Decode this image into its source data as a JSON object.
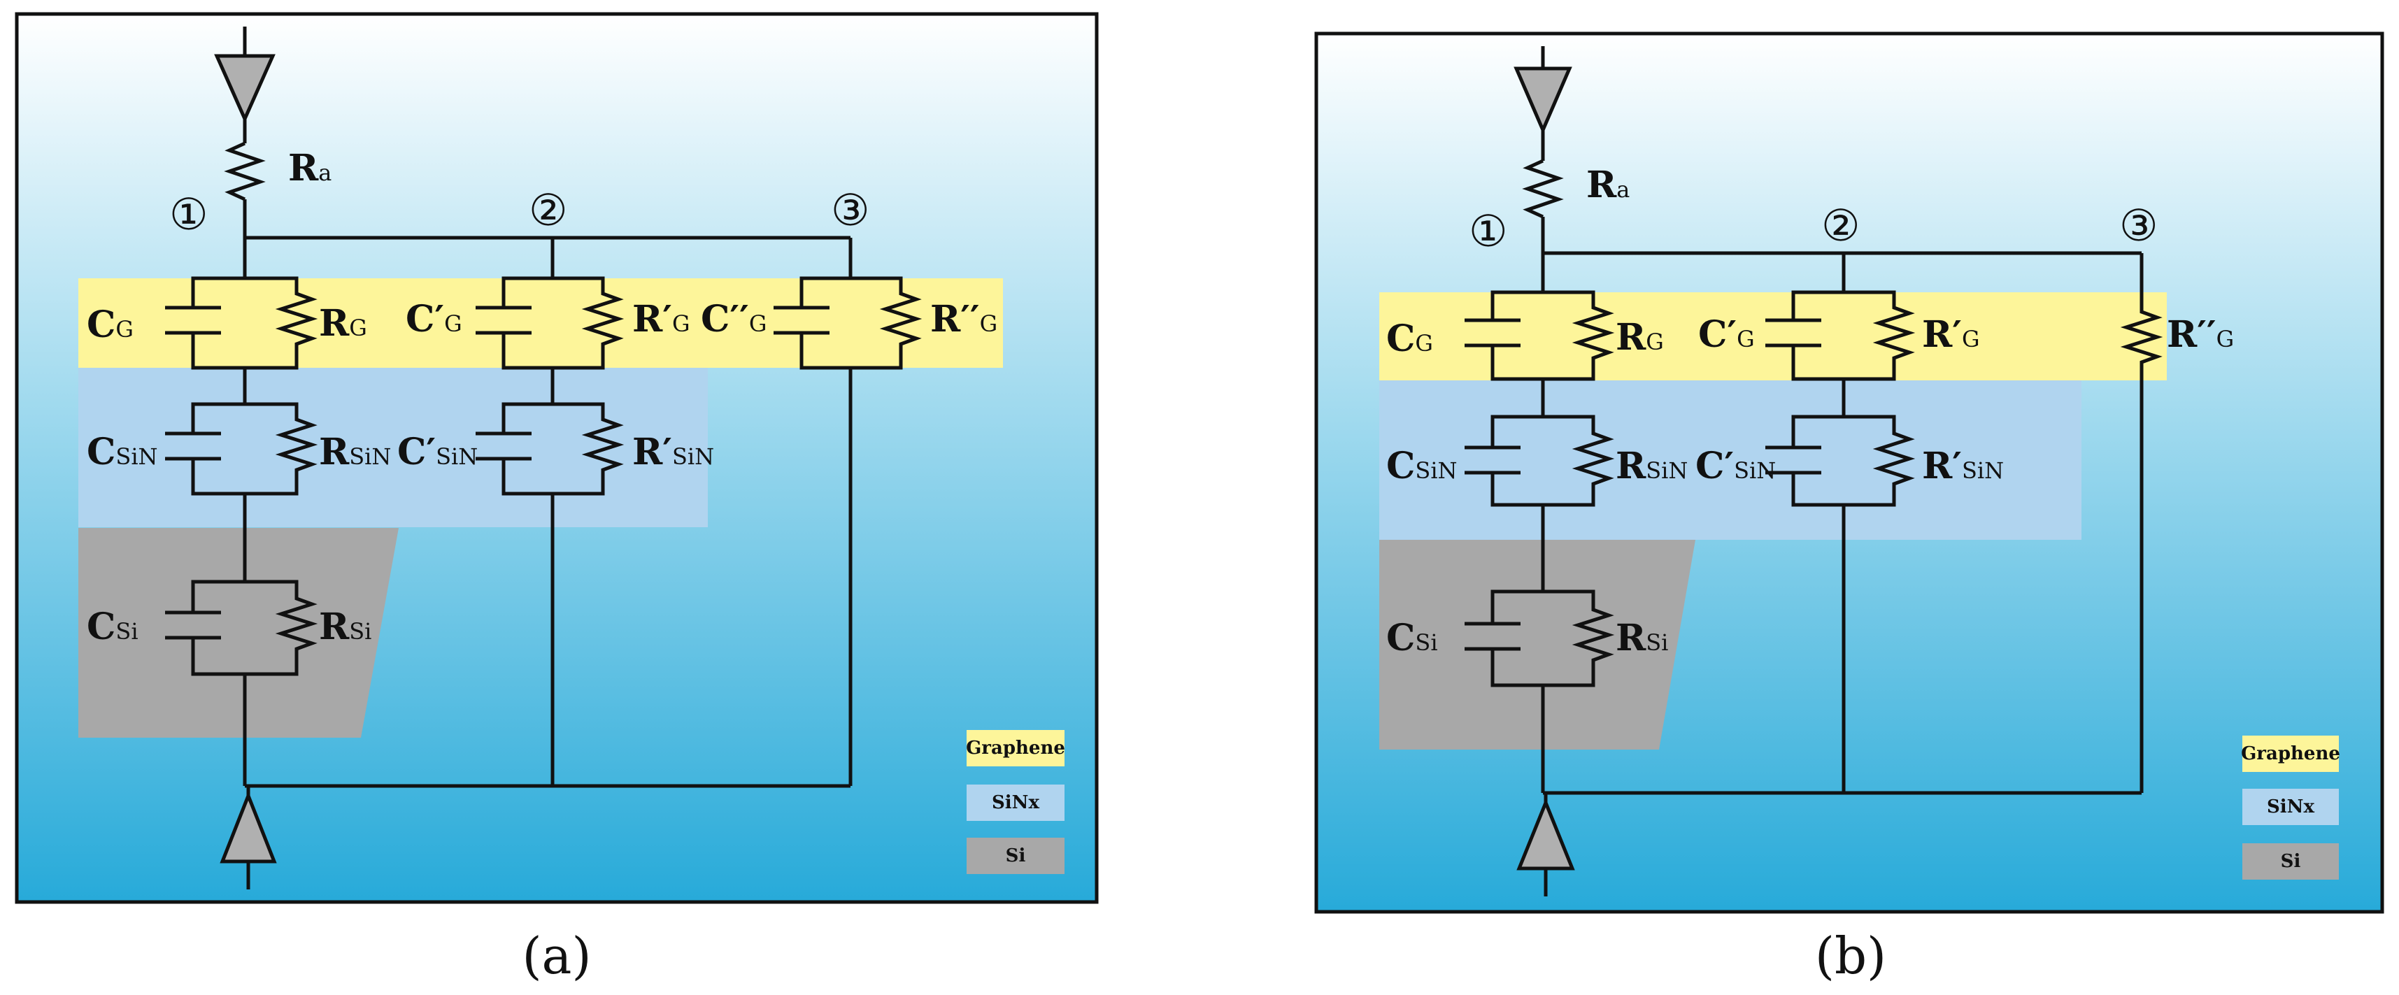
{
  "diagrams": [
    {
      "caption": "(a)",
      "input_label_main": "R",
      "input_label_sub": "a",
      "branches": [
        "①",
        "②",
        "③"
      ],
      "layers": {
        "graphene": {
          "c1_main": "C",
          "c1_sub": "G",
          "r1_main": "R",
          "r1_sub": "G",
          "c2_main": "C′",
          "c2_sub": "G",
          "r2_main": "R′",
          "r2_sub": "G",
          "c3_main": "C′′",
          "c3_sub": "G",
          "r3_main": "R′′",
          "r3_sub": "G"
        },
        "sinx": {
          "c1_main": "C",
          "c1_sub": "SiN",
          "r1_main": "R",
          "r1_sub": "SiN",
          "c2_main": "C′",
          "c2_sub": "SiN",
          "r2_main": "R′",
          "r2_sub": "SiN"
        },
        "si": {
          "c1_main": "C",
          "c1_sub": "Si",
          "r1_main": "R",
          "r1_sub": "Si"
        }
      },
      "legend": [
        "Graphene",
        "SiNx",
        "Si"
      ]
    },
    {
      "caption": "(b)",
      "input_label_main": "R",
      "input_label_sub": "a",
      "branches": [
        "①",
        "②",
        "③"
      ],
      "layers": {
        "graphene": {
          "c1_main": "C",
          "c1_sub": "G",
          "r1_main": "R",
          "r1_sub": "G",
          "c2_main": "C′",
          "c2_sub": "G",
          "r2_main": "R′",
          "r2_sub": "G",
          "r3_main": "R′′",
          "r3_sub": "G"
        },
        "sinx": {
          "c1_main": "C",
          "c1_sub": "SiN",
          "r1_main": "R",
          "r1_sub": "SiN",
          "c2_main": "C′",
          "c2_sub": "SiN",
          "r2_main": "R′",
          "r2_sub": "SiN"
        },
        "si": {
          "c1_main": "C",
          "c1_sub": "Si",
          "r1_main": "R",
          "r1_sub": "Si"
        }
      },
      "legend": [
        "Graphene",
        "SiNx",
        "Si"
      ]
    }
  ],
  "colors": {
    "graphene": "#fdf59a",
    "sinx": "#b0d4ef",
    "si": "#a8a8a8",
    "bg_top": "#ffffff",
    "bg_bottom": "#27aad9",
    "wire": "#111111",
    "arrow_fill": "#b0b0b0"
  }
}
